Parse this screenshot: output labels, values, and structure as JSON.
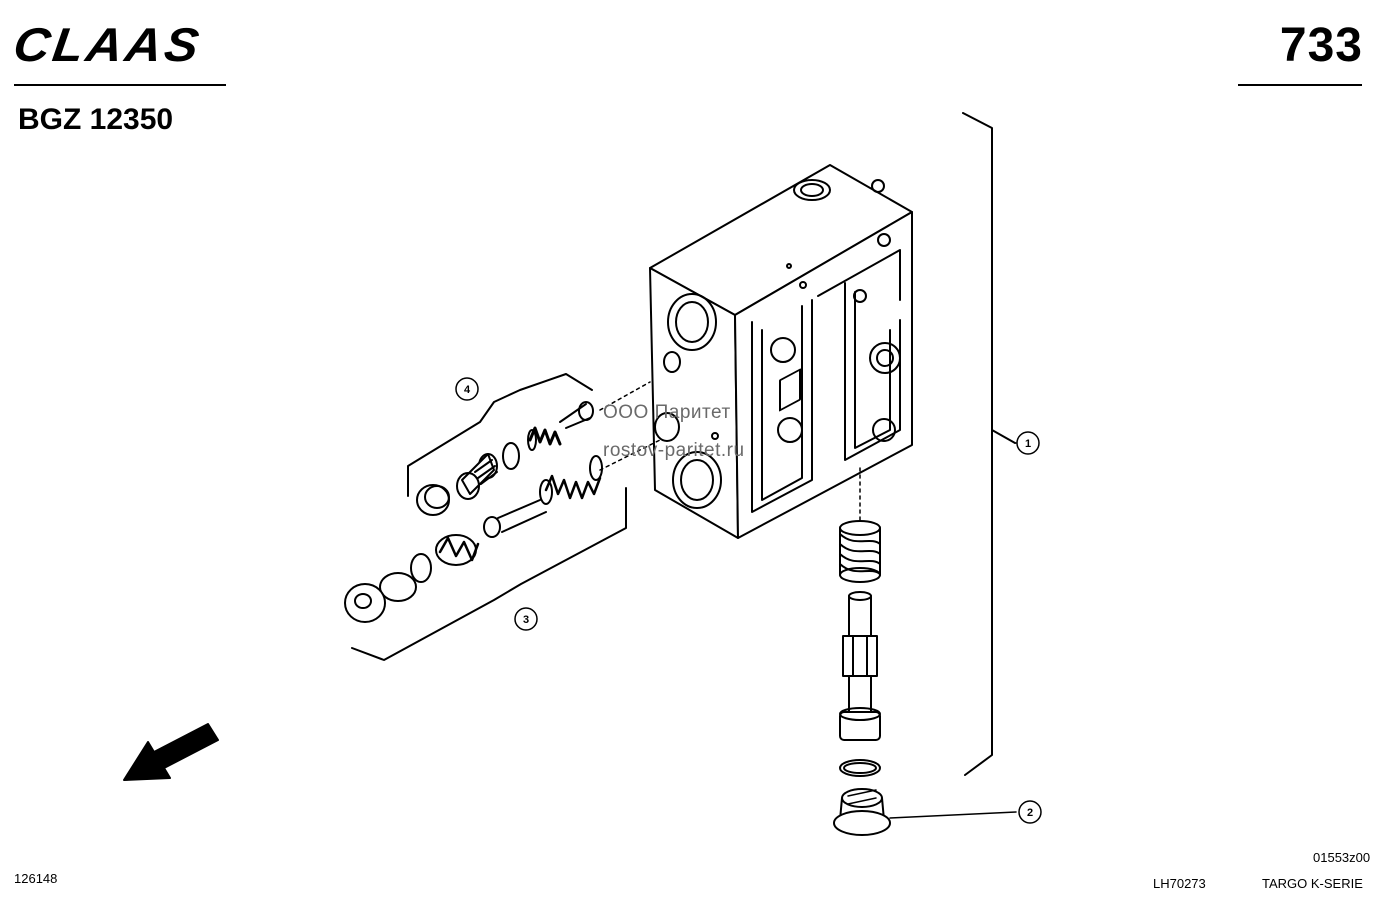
{
  "brand": {
    "logo_text": "CLAAS"
  },
  "header": {
    "page_number": "733",
    "doc_code": "BGZ 12350"
  },
  "watermark": {
    "line1": "ООО Паритет",
    "line2": "rostov-paritet.ru"
  },
  "callouts": [
    {
      "id": "callout-1",
      "label": "1"
    },
    {
      "id": "callout-2",
      "label": "2"
    },
    {
      "id": "callout-3",
      "label": "3"
    },
    {
      "id": "callout-4",
      "label": "4"
    }
  ],
  "footer": {
    "left_code": "126148",
    "image_code": "01553z00",
    "part_code": "LH70273",
    "series": "TARGO K-SERIE"
  },
  "icons": {
    "direction": "direction-arrow-icon"
  }
}
